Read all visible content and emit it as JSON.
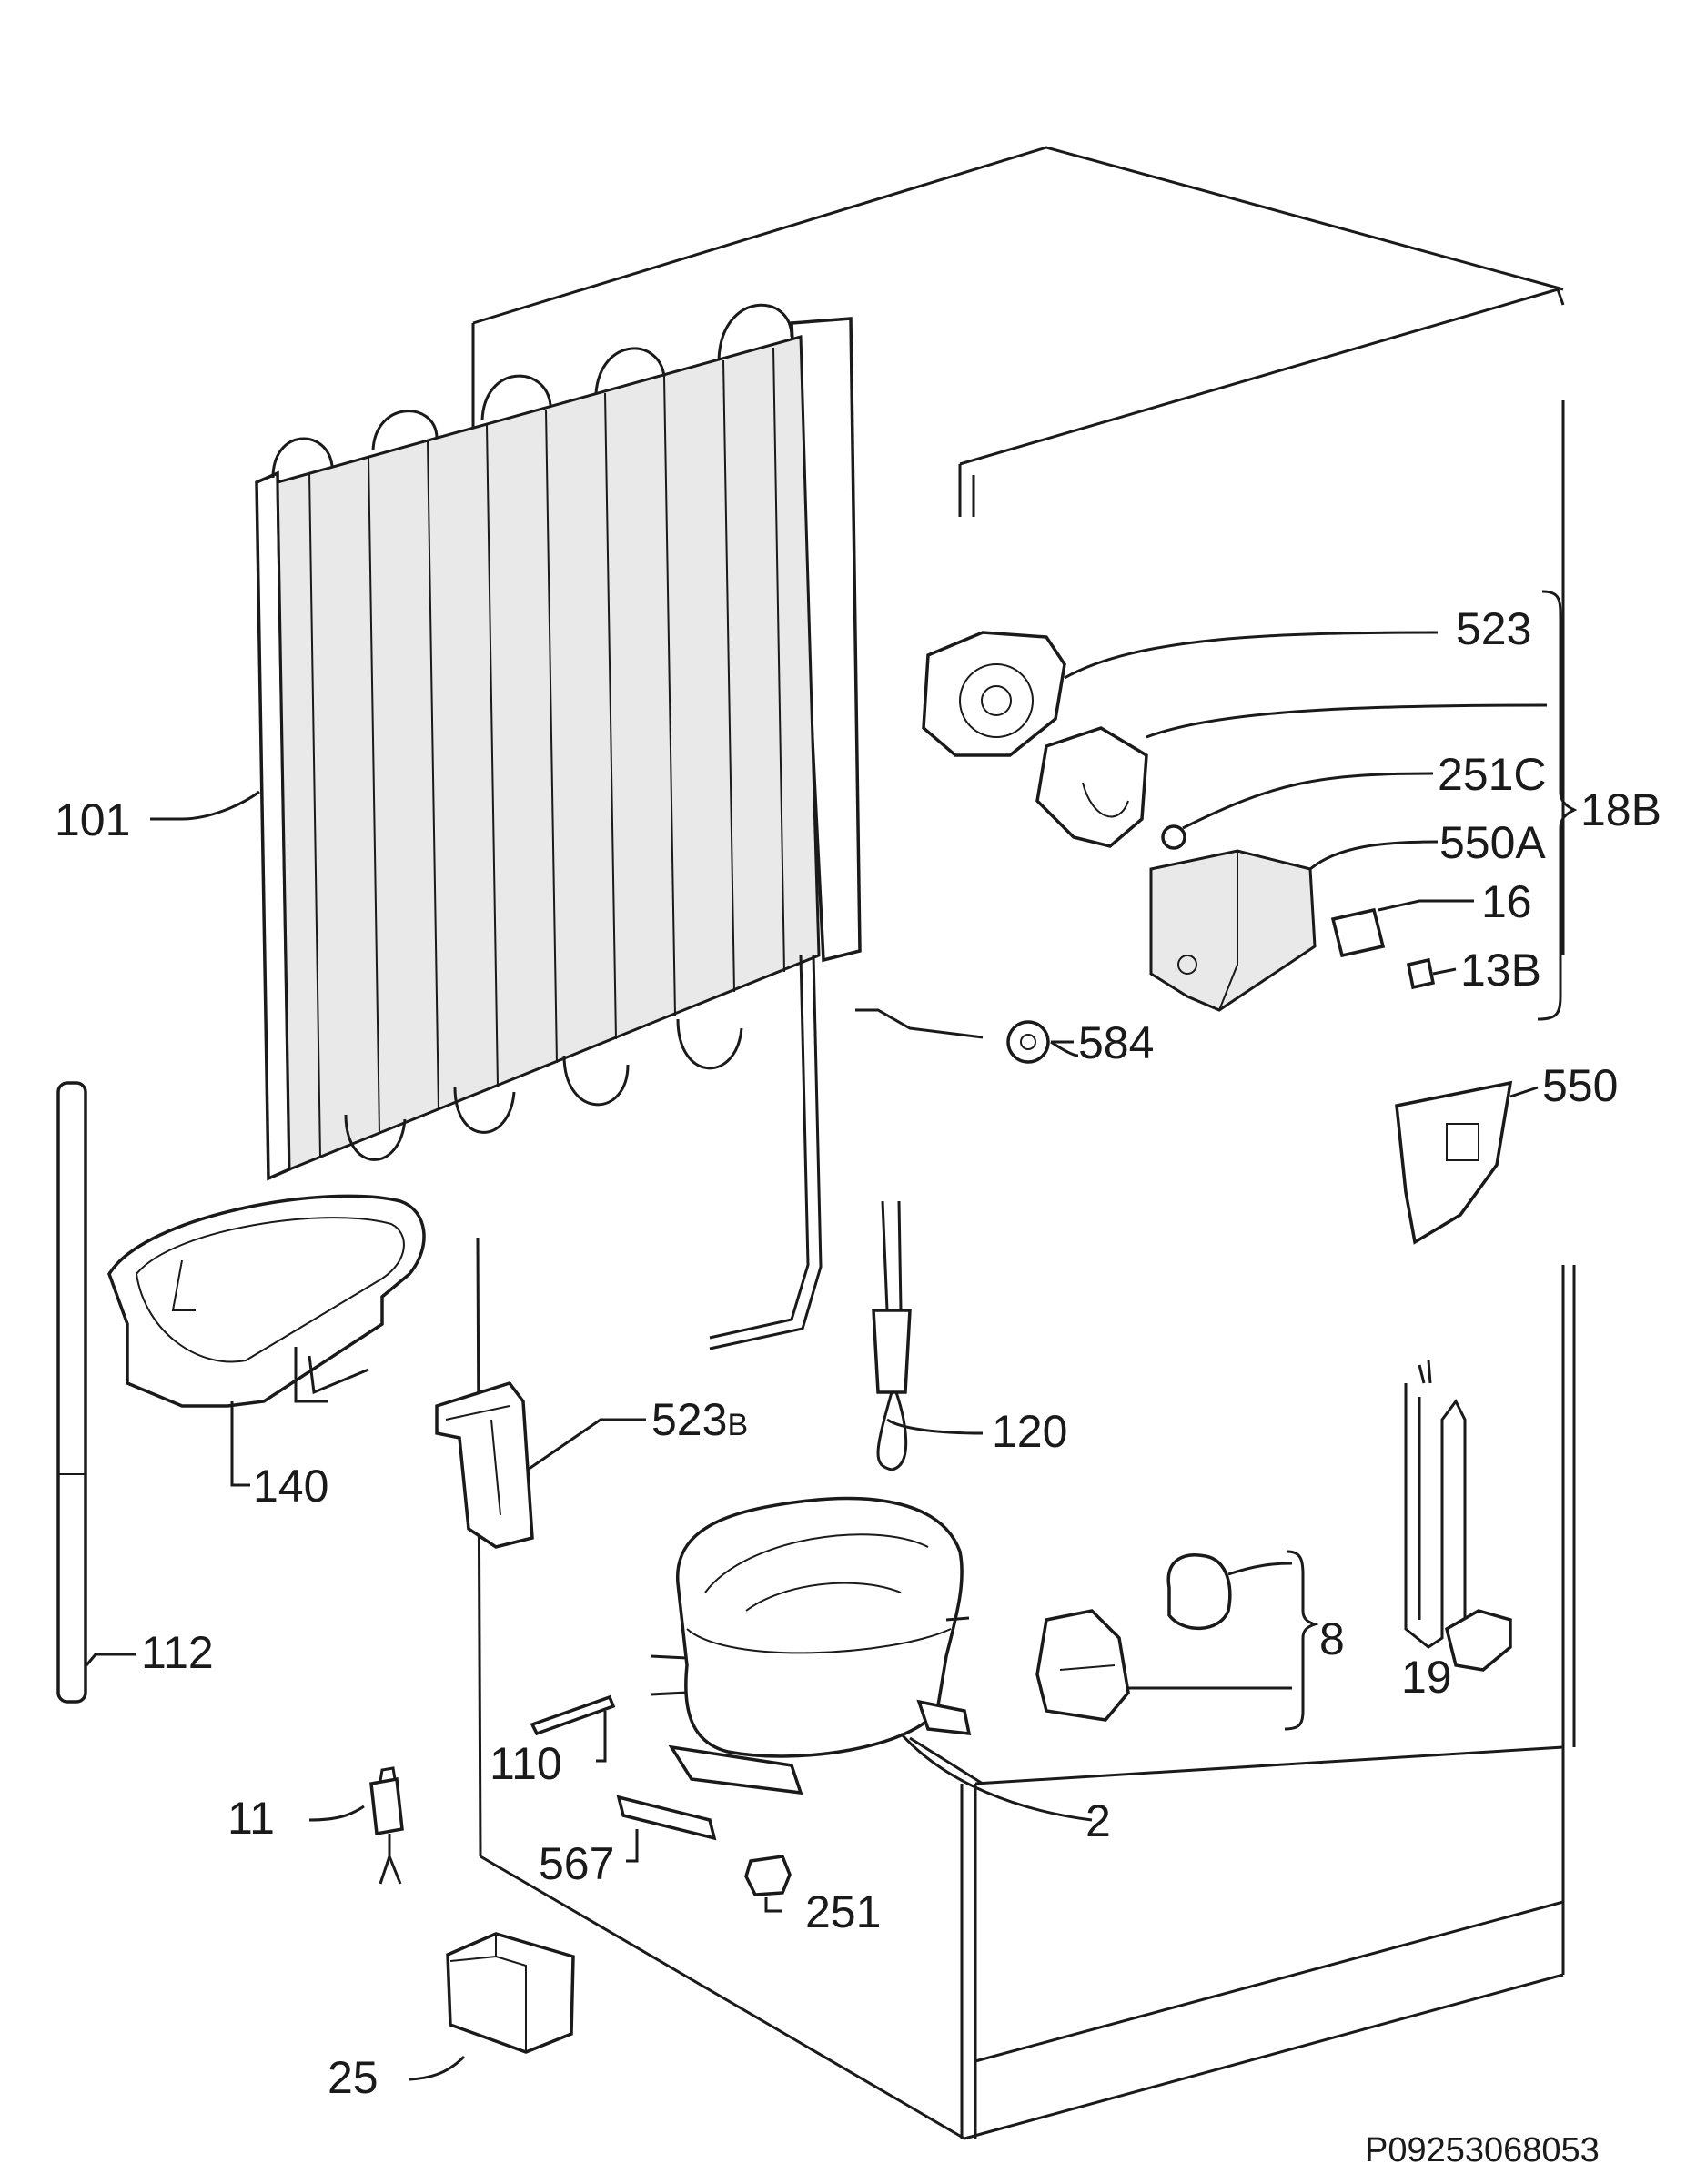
{
  "drawing_code": "P09253068053",
  "callouts": {
    "c101": "101",
    "c112": "112",
    "c140": "140",
    "c523b_num": "523",
    "c523b_suffix": "B",
    "c120": "120",
    "c584": "584",
    "c550": "550",
    "c523": "523",
    "c251c": "251C",
    "c550a": "550A",
    "c16": "16",
    "c13b": "13B",
    "c18b": "18B",
    "c8": "8",
    "c19": "19",
    "c110": "110",
    "c11": "11",
    "c567": "567",
    "c251": "251",
    "c2": "2",
    "c25": "25"
  }
}
